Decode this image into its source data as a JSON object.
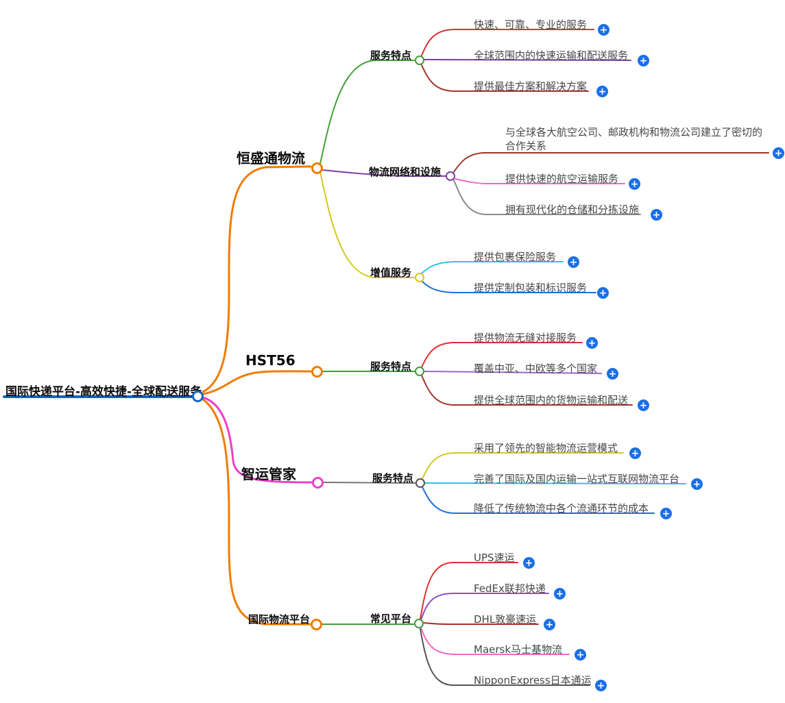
{
  "mindmap": {
    "root": "国际快递平台-高效快捷-全球配送服务",
    "branches": [
      {
        "label": "恒盛通物流",
        "children": [
          {
            "label": "服务特点",
            "leaves": [
              "快速、可靠、专业的服务",
              "全球范围内的快速运输和配送服务",
              "提供最佳方案和解决方案"
            ]
          },
          {
            "label": "物流网络和设施",
            "leaves": [
              "与全球各大航空公司、邮政机构和物流公司建立了密切的\n合作关系",
              "提供快速的航空运输服务",
              "拥有现代化的仓储和分拣设施"
            ]
          },
          {
            "label": "增值服务",
            "leaves": [
              "提供包裹保险服务",
              "提供定制包装和标识服务"
            ]
          }
        ]
      },
      {
        "label": "HST56",
        "children": [
          {
            "label": "服务特点",
            "leaves": [
              "提供物流无缝对接服务",
              "覆盖中亚、中欧等多个国家",
              "提供全球范围内的货物运输和配送"
            ]
          }
        ]
      },
      {
        "label": "智运管家",
        "children": [
          {
            "label": "服务特点",
            "leaves": [
              "采用了领先的智能物流运营模式",
              "完善了国际及国内运输一站式互联网物流平台",
              "降低了传统物流中各个流通环节的成本"
            ]
          }
        ]
      },
      {
        "label": "国际物流平台",
        "children": [
          {
            "label": "常见平台",
            "leaves": [
              "UPS速运",
              "FedEx联邦快递",
              "DHL敦豪速运",
              "Maersk马士基物流",
              "NipponExpress日本通运"
            ]
          }
        ]
      }
    ]
  },
  "plus_icon": "+",
  "colors": {
    "root_line": "#1565c0",
    "orange": "#f07c00",
    "magenta": "#ee3fc8",
    "green": "#3fa037",
    "purple": "#7d3ca5",
    "violet": "#9667ce",
    "red": "#e03030",
    "dark_red": "#a3342b",
    "pink": "#f268c8",
    "gray": "#8a8a8a",
    "cyan": "#30c2e8",
    "blue": "#1e6fd6",
    "yellow": "#d4c81d",
    "plus_button": "#1a6fe8",
    "leaf_text": "#464646",
    "topic_text": "#0a0a0a"
  }
}
